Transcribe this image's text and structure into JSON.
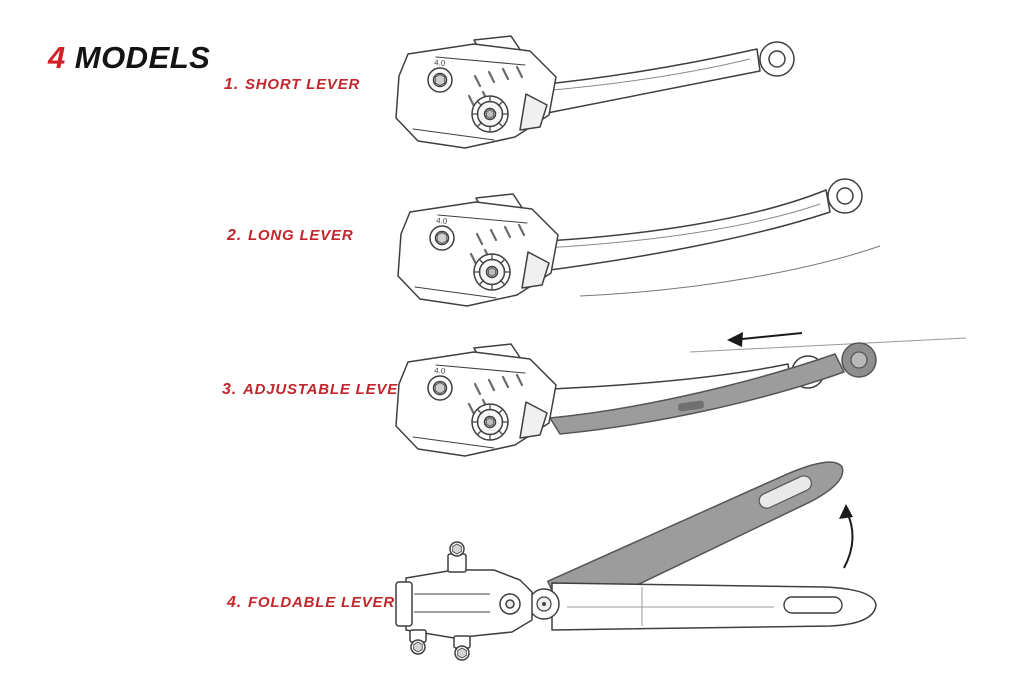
{
  "title": {
    "number": "4",
    "word": "MODELS"
  },
  "models": [
    {
      "number": "1.",
      "label": "SHORT LEVER"
    },
    {
      "number": "2.",
      "label": "LONG LEVER"
    },
    {
      "number": "3.",
      "label": "ADJUSTABLE LEVER"
    },
    {
      "number": "4.",
      "label": "FOLDABLE LEVER"
    }
  ],
  "dial_label": "4.0",
  "colors": {
    "accent": "#d22028",
    "label": "#c1272d",
    "line": "#3f3f3f",
    "gray_blade": "#9c9c9c"
  }
}
